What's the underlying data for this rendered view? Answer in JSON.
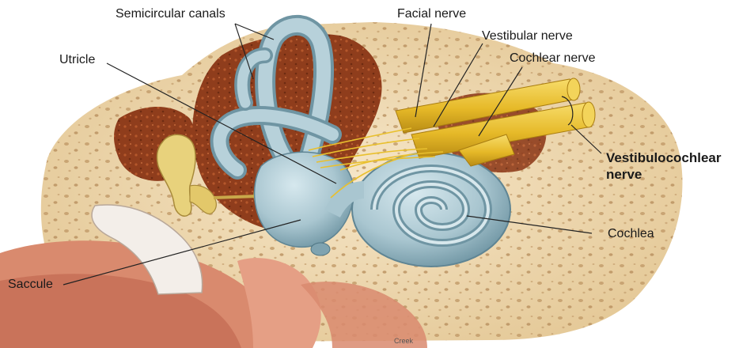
{
  "labels": {
    "semicircular_canals": "Semicircular canals",
    "facial_nerve": "Facial nerve",
    "vestibular_nerve": "Vestibular nerve",
    "cochlear_nerve": "Cochlear nerve",
    "utricle": "Utricle",
    "vestibulocochlear_line1": "Vestibulocochlear",
    "vestibulocochlear_line2": "nerve",
    "cochlea": "Cochlea",
    "saccule": "Saccule"
  },
  "credit": "Creek",
  "colors": {
    "bone": "#efd9b4",
    "bone_dark": "#d8b98a",
    "bone_pores": "#b8956a",
    "brown_tissue": "#8f3d1c",
    "labyrinth": "#aec9d2",
    "labyrinth_dark": "#6f95a3",
    "nerve": "#e9c02e",
    "nerve_dark": "#b98c14",
    "flesh": "#d98a6e",
    "ossicle": "#e8d27c",
    "leader": "#222222"
  }
}
